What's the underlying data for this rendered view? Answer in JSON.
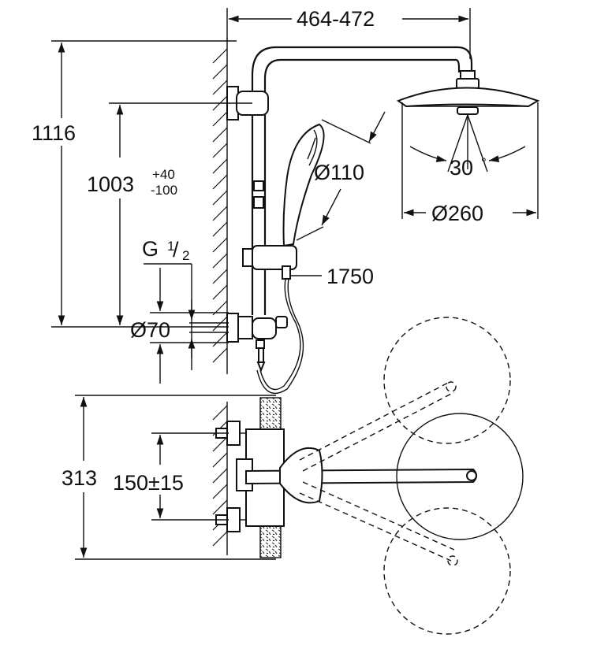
{
  "dimensions": {
    "arm_reach": "464-472",
    "total_height": "1116",
    "shower_height": "1003",
    "height_tol_plus": "+40",
    "height_tol_minus": "-100",
    "thread": "G",
    "thread_num": "1",
    "thread_den": "2",
    "flange_diameter": "Ø70",
    "hand_shower_diameter": "Ø110",
    "head_diameter": "Ø260",
    "swivel_angle": "30",
    "degree_symbol": "°",
    "hose_length": "1750",
    "mixer_height": "313",
    "inlet_spacing": "150±15"
  }
}
